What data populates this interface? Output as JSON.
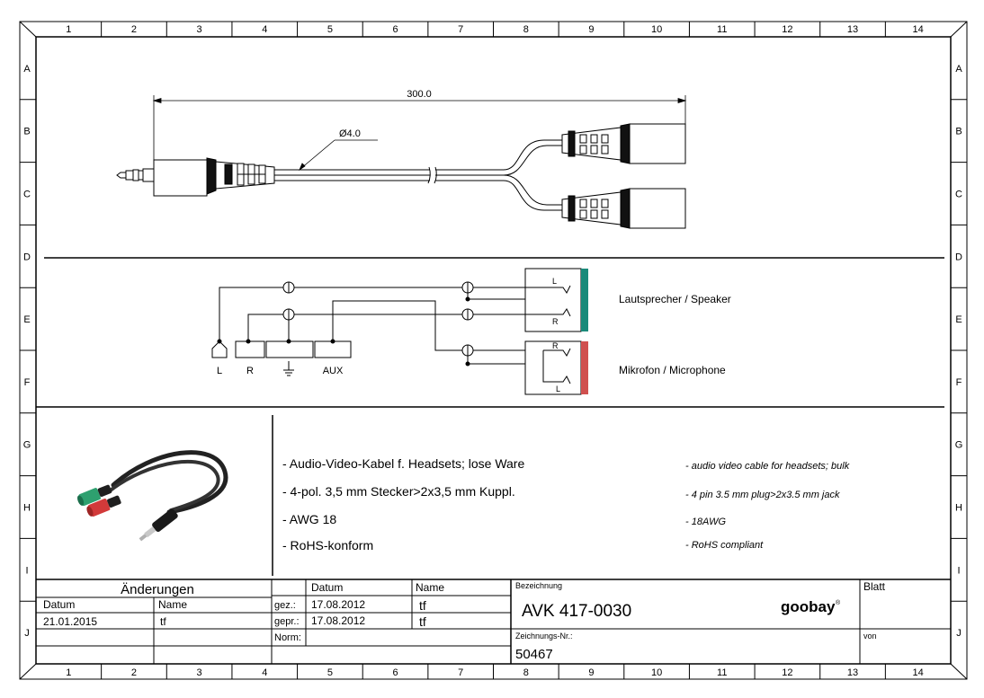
{
  "frame": {
    "columns": [
      "1",
      "2",
      "3",
      "4",
      "5",
      "6",
      "7",
      "8",
      "9",
      "10",
      "11",
      "12",
      "13",
      "14"
    ],
    "rows": [
      "A",
      "B",
      "C",
      "D",
      "E",
      "F",
      "G",
      "H",
      "I",
      "J"
    ]
  },
  "drawing": {
    "length_dim": "300.0",
    "diameter_dim": "Ø4.0"
  },
  "schematic": {
    "pin_labels": [
      "L",
      "R",
      "",
      "AUX"
    ],
    "speaker_label": "Lautsprecher / Speaker",
    "mic_label": "Mikrofon / Microphone",
    "spk_contact_top": "L",
    "spk_contact_bottom": "R",
    "mic_contact_top": "R",
    "mic_contact_bottom": "L",
    "speaker_color": "#1a8a7a",
    "mic_color": "#d0504f"
  },
  "description": {
    "de": [
      "- Audio-Video-Kabel f. Headsets; lose Ware",
      "- 4-pol. 3,5 mm  Stecker>2x3,5 mm Kuppl.",
      "- AWG 18",
      "- RoHS-konform"
    ],
    "en": [
      "- audio video cable for headsets; bulk",
      "- 4 pin 3.5 mm plug>2x3.5 mm jack",
      "- 18AWG",
      "- RoHS compliant"
    ]
  },
  "title_block": {
    "changes_title": "Änderungen",
    "datum_label": "Datum",
    "name_label": "Name",
    "change_date": "21.01.2015",
    "change_name": "tf",
    "gez_label": "gez.:",
    "gepr_label": "gepr.:",
    "norm_label": "Norm:",
    "gez_date": "17.08.2012",
    "gepr_date": "17.08.2012",
    "gez_name": "tf",
    "gepr_name": "tf",
    "bezeichnung_label": "Bezeichnung",
    "bezeichnung": "AVK 417-0030",
    "zeichnungsnr_label": "Zeichnungs-Nr.:",
    "zeichnungsnr": "50467",
    "blatt_label": "Blatt",
    "von_label": "von",
    "logo_text": "goobay",
    "logo_mark": "®"
  }
}
